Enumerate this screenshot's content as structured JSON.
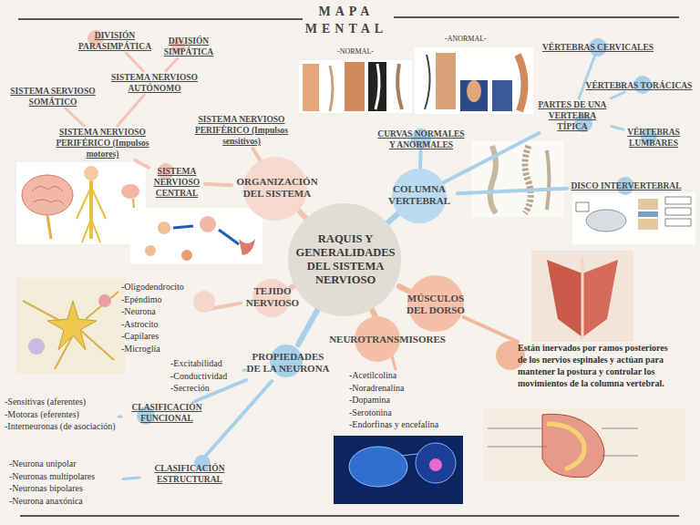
{
  "diagram": {
    "title": "MAPA MENTAL",
    "nodes": [
      {
        "text": [
          "RAQUIS Y GENERALIDADES DEL SISTEMA NERVIOSO"
        ]
      },
      {
        "text": [
          "ORGANIZACIÓN DEL SISTEMA"
        ]
      },
      {
        "text": [
          "SISTEMA NERVIOSO CENTRAL"
        ]
      },
      {
        "text": [
          "SISTEMA NERVIOSO PERIFÉRICO (Impulsos sensitivos)"
        ]
      },
      {
        "text": [
          "SISTEMA NERVIOSO PERIFÉRICO (Impulsos motores)"
        ]
      },
      {
        "text": [
          "SISTEMA SERVIOSO SOMÁTICO"
        ]
      },
      {
        "text": [
          "SISTEMA NERVIOSO AUTÓNOMO"
        ]
      },
      {
        "text": [
          "DIVISIÓN PARASIMPÁTICA"
        ]
      },
      {
        "text": [
          "DIVISIÓN SIMPÁTICA"
        ]
      },
      {
        "text": [
          "COLUMNA VERTEBRAL"
        ]
      },
      {
        "text": [
          "CURVAS NORMALES Y ANORMALES"
        ]
      },
      {
        "text": [
          "PARTES DE UNA VERTEBRA TÍPICA"
        ]
      },
      {
        "text": [
          "VÉRTEBRAS CERVICALES"
        ]
      },
      {
        "text": [
          "VÉRTEBRAS TORÁCICAS"
        ]
      },
      {
        "text": [
          "VÉRTEBRAS LUMBARES"
        ]
      },
      {
        "text": [
          "DISCO INTERVERTEBRAL"
        ]
      },
      {
        "text": [
          "MÚSCULOS DEL DORSO"
        ]
      },
      {
        "text": [
          "Están inervados por ramos posteriores de los nervios espinales y actúan para mantener la postura y controlar los movimientos de la columna vertebral."
        ]
      },
      {
        "text": [
          "NEUROTRANSMISORES"
        ]
      },
      {
        "text": [
          "-Acetilcolina",
          "-Noradrenalina",
          "-Dopamina",
          "-Serotonina",
          "-Endorfinas y encefalina"
        ]
      },
      {
        "text": [
          "TEJIDO NERVIOSO"
        ]
      },
      {
        "text": [
          "-Oligodendrocito",
          "-Epéndimo",
          "-Neurona",
          "-Astrocito",
          "-Capilares",
          "-Microglía"
        ]
      },
      {
        "text": [
          "PROPIEDADES DE LA NEURONA"
        ]
      },
      {
        "text": [
          "-Excitabilidad",
          "-Conductividad",
          "-Secreción"
        ]
      },
      {
        "text": [
          "CLASIFICACIÓN FUNCIONAL"
        ]
      },
      {
        "text": [
          "-Sensitivas (aferentes)",
          "-Motoras (eferentes)",
          "-Interneuronas (de asociación)"
        ]
      },
      {
        "text": [
          "CLASIFICACIÓN ESTRUCTURAL"
        ]
      },
      {
        "text": [
          "-Neurona unipolar",
          "-Neuronas multipolares",
          "-Neuronas bipolares",
          "-Neurona anaxónica"
        ]
      }
    ],
    "edges": [
      {
        "from": 0,
        "to": 1,
        "arrow": "none"
      },
      {
        "from": 1,
        "to": 2,
        "arrow": "none"
      },
      {
        "from": 1,
        "to": 3,
        "arrow": "none"
      },
      {
        "from": 2,
        "to": 4,
        "arrow": "none"
      },
      {
        "from": 4,
        "to": 5,
        "arrow": "none"
      },
      {
        "from": 4,
        "to": 6,
        "arrow": "none"
      },
      {
        "from": 6,
        "to": 7,
        "arrow": "none"
      },
      {
        "from": 6,
        "to": 8,
        "arrow": "none"
      },
      {
        "from": 0,
        "to": 9,
        "arrow": "none"
      },
      {
        "from": 9,
        "to": 10,
        "arrow": "none"
      },
      {
        "from": 9,
        "to": 11,
        "arrow": "none"
      },
      {
        "from": 11,
        "to": 12,
        "arrow": "none"
      },
      {
        "from": 11,
        "to": 13,
        "arrow": "none"
      },
      {
        "from": 11,
        "to": 14,
        "arrow": "none"
      },
      {
        "from": 9,
        "to": 15,
        "arrow": "none"
      },
      {
        "from": 0,
        "to": 16,
        "arrow": "none"
      },
      {
        "from": 16,
        "to": 17,
        "arrow": "none"
      },
      {
        "from": 0,
        "to": 18,
        "arrow": "none"
      },
      {
        "from": 18,
        "to": 19,
        "arrow": "none"
      },
      {
        "from": 0,
        "to": 20,
        "arrow": "none"
      },
      {
        "from": 20,
        "to": 21,
        "arrow": "none"
      },
      {
        "from": 0,
        "to": 22,
        "arrow": "none"
      },
      {
        "from": 22,
        "to": 23,
        "arrow": "none"
      },
      {
        "from": 22,
        "to": 24,
        "arrow": "none"
      },
      {
        "from": 24,
        "to": 25,
        "arrow": "none"
      },
      {
        "from": 22,
        "to": 26,
        "arrow": "none"
      },
      {
        "from": 26,
        "to": 27,
        "arrow": "none"
      }
    ],
    "labels": [
      "-NORMAL-",
      "-ANORMAL-"
    ]
  }
}
